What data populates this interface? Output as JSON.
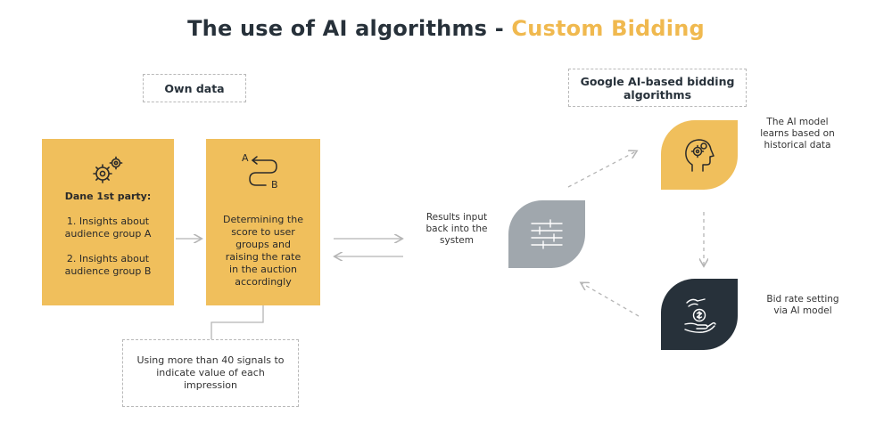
{
  "title": {
    "main": "The use of AI algorithms - ",
    "accent": "Custom Bidding"
  },
  "own_data_label": "Own data",
  "google_label": "Google AI-based bidding algorithms",
  "first_party_box": {
    "heading": "Dane 1st party:",
    "item1": "1. Insights about audience group A",
    "item2": "2.  Insights about audience group B"
  },
  "score_box": {
    "letter_a": "A",
    "letter_b": "B",
    "text": "Determining the score to user groups and raising the rate in the auction accordingly"
  },
  "signals_box": "Using more than 40 signals to indicate value of each impression",
  "results_text": "Results input back into the system",
  "ai_learns_text": "The AI model learns based on historical data",
  "bid_rate_text": "Bid rate setting via AI model",
  "colors": {
    "yellow": "#f0bf5c",
    "accent": "#f0b94f",
    "dark": "#27313a",
    "grey": "#a0a7ad"
  }
}
